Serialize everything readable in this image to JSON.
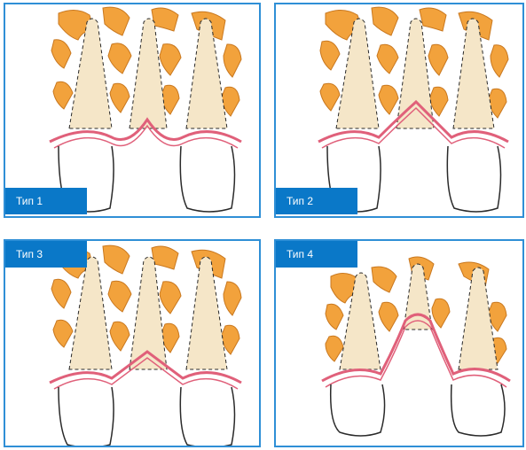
{
  "panels": [
    {
      "label": "Тип 1",
      "gap_type": "type-1"
    },
    {
      "label": "Тип 2",
      "gap_type": "type-2"
    },
    {
      "label": "Тип 3",
      "gap_type": "type-3"
    },
    {
      "label": "Тип 4",
      "gap_type": "type-4"
    }
  ],
  "colors": {
    "border": "#2f8fd6",
    "label_bg": "#0a78c8",
    "label_text": "#ffffff",
    "bone": "#f2a23c",
    "bone_dark": "#c9781f",
    "root": "#f5e6c8",
    "gum_line": "#e0607a",
    "tooth_outline": "#2a2a2a"
  }
}
